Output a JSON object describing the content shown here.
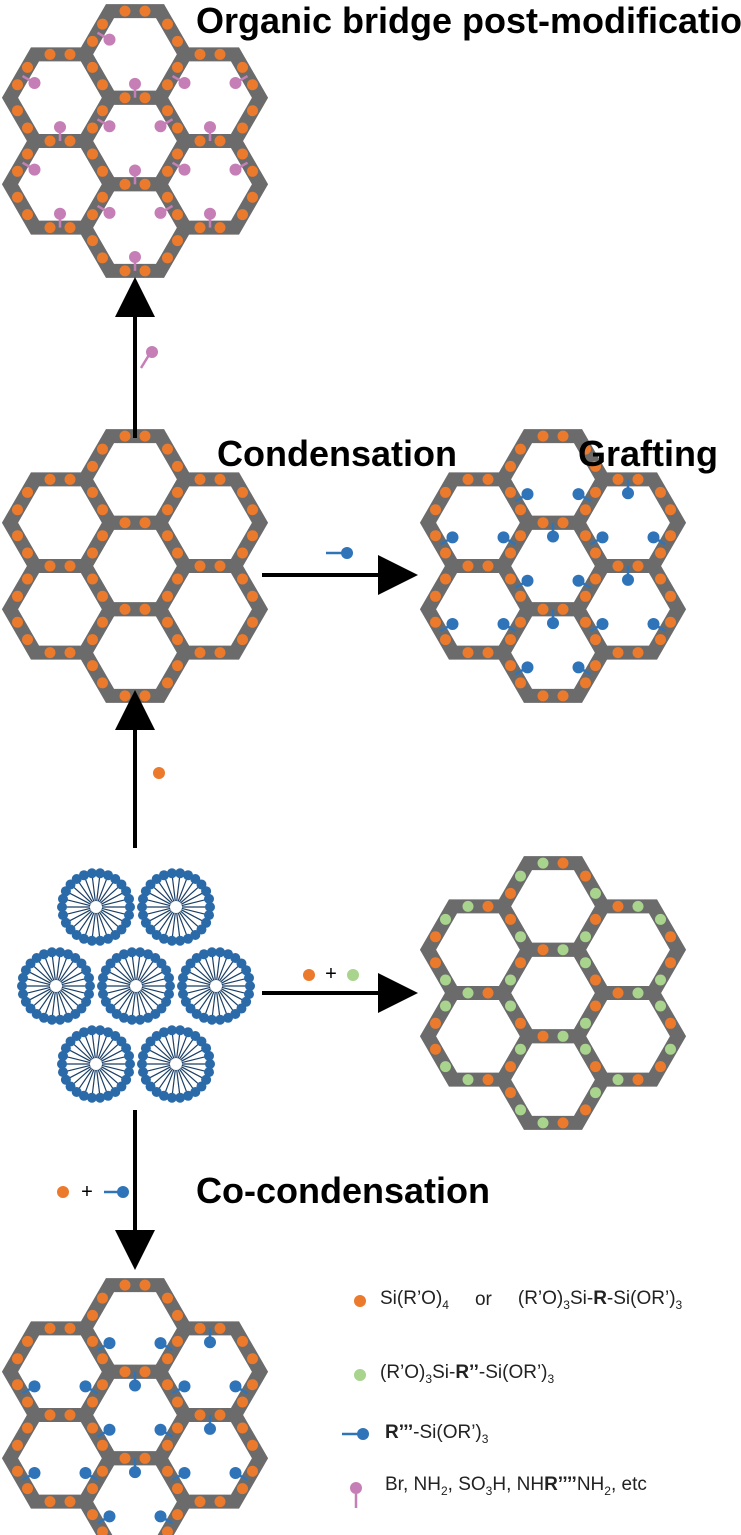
{
  "titles": {
    "post_modification": "Organic bridge post-modification",
    "condensation": "Condensation",
    "grafting": "Grafting",
    "co_condensation": "Co-condensation"
  },
  "arrow_labels": {
    "plus_1": "+",
    "plus_2": "+"
  },
  "legend": {
    "item1_a": "Si(R’O)",
    "item1_a_sub": "4",
    "item1_or": "or",
    "item1_b1": "(R’O)",
    "item1_b_sub1": "3",
    "item1_b2": "Si-",
    "item1_b_bold": "R",
    "item1_b3": "-Si(OR’)",
    "item1_b_sub2": "3",
    "item2_1": "(R’O)",
    "item2_sub1": "3",
    "item2_2": "Si-",
    "item2_bold": "R’’",
    "item2_3": "-Si(OR’)",
    "item2_sub2": "3",
    "item3_bold": "R’’’",
    "item3_1": "-Si(OR’)",
    "item3_sub": "3",
    "item4_1": "Br, NH",
    "item4_sub1": "2",
    "item4_2": ", SO",
    "item4_sub2": "3",
    "item4_3": "H, NH",
    "item4_bold": "R’’’’",
    "item4_4": "NH",
    "item4_sub3": "2",
    "item4_5": ", etc"
  },
  "colors": {
    "wall": "#6b6b6b",
    "orange": "#ec7a2c",
    "green": "#a9d48d",
    "blue": "#2f74b8",
    "pink": "#c57fb6",
    "micelle": "#2a6aa8"
  }
}
